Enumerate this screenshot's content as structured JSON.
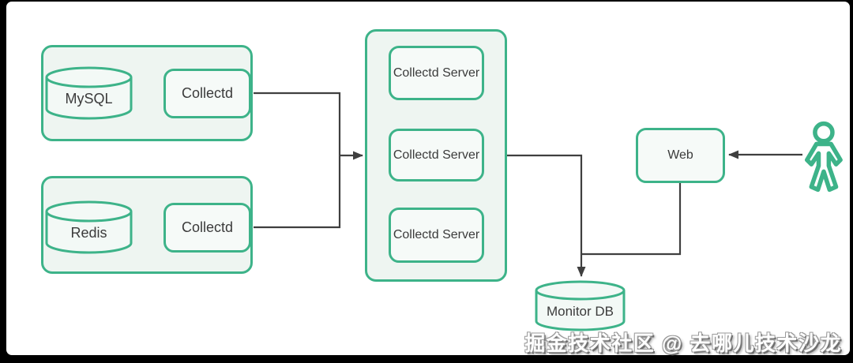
{
  "diagram": {
    "type": "architecture-diagram",
    "watermark": "掘金技术社区 @ 去哪儿技术沙龙",
    "colors": {
      "node_stroke": "#3DB389",
      "group_fill": "#EEF5F1",
      "node_fill": "#F6FAF8",
      "connector": "#3F3F3F",
      "text": "#3B3B3B",
      "frame": "#000000",
      "canvas": "#FFFFFF"
    },
    "nodes": {
      "mysql_db": {
        "label": "MySQL",
        "shape": "cylinder"
      },
      "collectd_mysql": {
        "label": "Collectd",
        "shape": "rounded-box"
      },
      "redis_db": {
        "label": "Redis",
        "shape": "cylinder"
      },
      "collectd_redis": {
        "label": "Collectd",
        "shape": "rounded-box"
      },
      "collectd_server_1": {
        "label": "Collectd Server",
        "shape": "rounded-box"
      },
      "collectd_server_2": {
        "label": "Collectd Server",
        "shape": "rounded-box"
      },
      "collectd_server_3": {
        "label": "Collectd Server",
        "shape": "rounded-box"
      },
      "web": {
        "label": "Web",
        "shape": "rounded-box"
      },
      "monitor_db": {
        "label": "Monitor DB",
        "shape": "cylinder"
      },
      "user": {
        "label": "",
        "shape": "person-icon"
      }
    },
    "groups": {
      "mysql_host": {
        "contains": [
          "mysql_db",
          "collectd_mysql"
        ]
      },
      "redis_host": {
        "contains": [
          "redis_db",
          "collectd_redis"
        ]
      },
      "collectd_server_pool": {
        "contains": [
          "collectd_server_1",
          "collectd_server_2",
          "collectd_server_3"
        ]
      }
    },
    "edges": [
      {
        "from": "collectd_mysql",
        "to": "mysql_db",
        "arrow": true
      },
      {
        "from": "collectd_redis",
        "to": "redis_db",
        "arrow": true
      },
      {
        "from": "collectd_mysql",
        "to": "collectd_server_pool",
        "arrow": true
      },
      {
        "from": "collectd_redis",
        "to": "collectd_server_pool",
        "arrow": true
      },
      {
        "from": "collectd_server_pool",
        "to": "monitor_db",
        "arrow": true
      },
      {
        "from": "web",
        "to": "monitor_db",
        "arrow": false
      },
      {
        "from": "user",
        "to": "web",
        "arrow": true
      }
    ]
  }
}
